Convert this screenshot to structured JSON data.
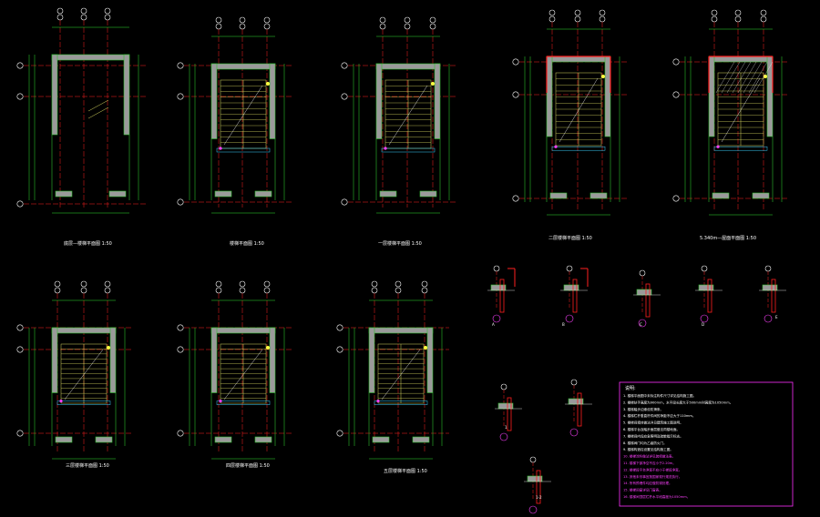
{
  "colors": {
    "background": "#000000",
    "axis": "#ff2020",
    "wall": "#2fbf2f",
    "wall_fill": "#9a9a9a",
    "dimension": "#2fe02f",
    "stair": "#d8d860",
    "text": "#ffffff",
    "accent_cyan": "#3ad0ff",
    "accent_yellow": "#ffff40",
    "accent_magenta": "#ff40ff",
    "notes_border": "#ff30ff",
    "hatch_blue": "#3050ff"
  },
  "plans": [
    {
      "id": "p1",
      "caption": "底层—楼梯平面图 1:50"
    },
    {
      "id": "p2",
      "caption": "楼梯平面图 1:50"
    },
    {
      "id": "p3",
      "caption": "一层楼梯平面图 1:50"
    },
    {
      "id": "p4",
      "caption": "二层楼梯平面图 1:50"
    },
    {
      "id": "p5",
      "caption": "5.340m—屋面平面图 1:50"
    },
    {
      "id": "p6",
      "caption": "三层楼梯平面图 1:50"
    },
    {
      "id": "p7",
      "caption": "四层楼梯平面图 1:50"
    },
    {
      "id": "p8",
      "caption": "五层楼梯平面图 1:50"
    }
  ],
  "details": [
    {
      "id": "d1",
      "mark": "A"
    },
    {
      "id": "d2",
      "mark": "B"
    },
    {
      "id": "d3",
      "mark": "C"
    },
    {
      "id": "d4",
      "mark": "D"
    },
    {
      "id": "d5",
      "mark": "E"
    },
    {
      "id": "d6",
      "mark": "1"
    },
    {
      "id": "d7",
      "mark": ""
    },
    {
      "id": "d8",
      "mark": "1-2"
    }
  ],
  "notes": {
    "title": "说明:",
    "lines": [
      "1. 楼梯平面图中未标注构件尺寸详见结构施工图。",
      "2. 楼梯扶手高度为900mm，水平段长度大于500mm时高度为1050mm。",
      "3. 楼梯踏步边缘设防滑条。",
      "4. 楼梯栏杆垂直杆件间的净距不应大于110mm。",
      "5. 楼梯间墙体做法详见建筑施工图说明。",
      "6. 楼梯平台及踏步面层做法同楼地面。",
      "7. 楼梯间内设应急照明及疏散指示标志。",
      "8. 楼梯间门均为乙级防火门。",
      "9. 楼梯构造柱设置见结构施工图。",
      "10. 楼梯涂料做法详见装修做法表。",
      "11. 楼梯下部净空不应小于2.20m。",
      "12. 楼梯段平台净宽不应小于梯段净宽。",
      "13. 其他未尽事宜按国家现行规范执行。",
      "14. 所有预埋件均应做防锈处理。",
      "15. 楼梯间窗详见门窗表。",
      "16. 楼梯间顶层栏杆水平段高度为1050mm。"
    ]
  }
}
